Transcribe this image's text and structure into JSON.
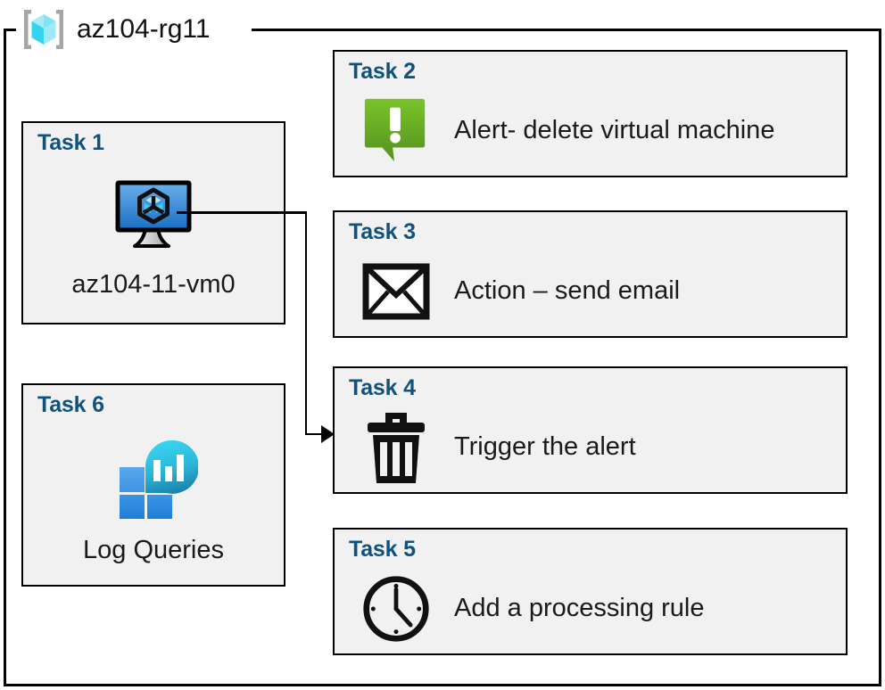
{
  "diagram": {
    "type": "azure-resource-group-task-diagram",
    "container": {
      "label": "az104-rg11",
      "icon": "azure-resource-group-icon"
    },
    "colors": {
      "task_title": "#11527d",
      "box_fill": "#f1f1f1",
      "box_border": "#000000",
      "alert_green_light": "#7ac128",
      "alert_green_dark": "#5b9425",
      "vm_blue_light": "#5aa5e8",
      "vm_blue_dark": "#1d6fc4",
      "loganalytics_cyan": "#35d1ee",
      "loganalytics_teal": "#1b7fa8",
      "tile_blue_light": "#4a9ae8",
      "tile_blue_dark": "#2b87dd",
      "rg_icon_cube_light": "#a9eaf8",
      "rg_icon_cube_cyan": "#32d4ef",
      "rg_icon_bracket": "#a6a6a6"
    },
    "tasks": [
      {
        "id": "task-1",
        "title": "Task 1",
        "label": "az104-11-vm0",
        "icon": "virtual-machine-icon",
        "column": "left"
      },
      {
        "id": "task-2",
        "title": "Task 2",
        "label": "Alert- delete virtual machine",
        "icon": "alert-callout-icon",
        "column": "right"
      },
      {
        "id": "task-3",
        "title": "Task 3",
        "label": "Action – send email",
        "icon": "envelope-icon",
        "column": "right"
      },
      {
        "id": "task-4",
        "title": "Task 4",
        "label": "Trigger the alert",
        "icon": "trash-can-icon",
        "column": "right"
      },
      {
        "id": "task-5",
        "title": "Task 5",
        "label": "Add a processing rule",
        "icon": "clock-icon",
        "column": "right"
      },
      {
        "id": "task-6",
        "title": "Task 6",
        "label": "Log Queries",
        "icon": "log-analytics-icon",
        "column": "left"
      }
    ],
    "connector": {
      "from": "task-1",
      "to": "task-4",
      "style": "orthogonal-arrow"
    }
  }
}
